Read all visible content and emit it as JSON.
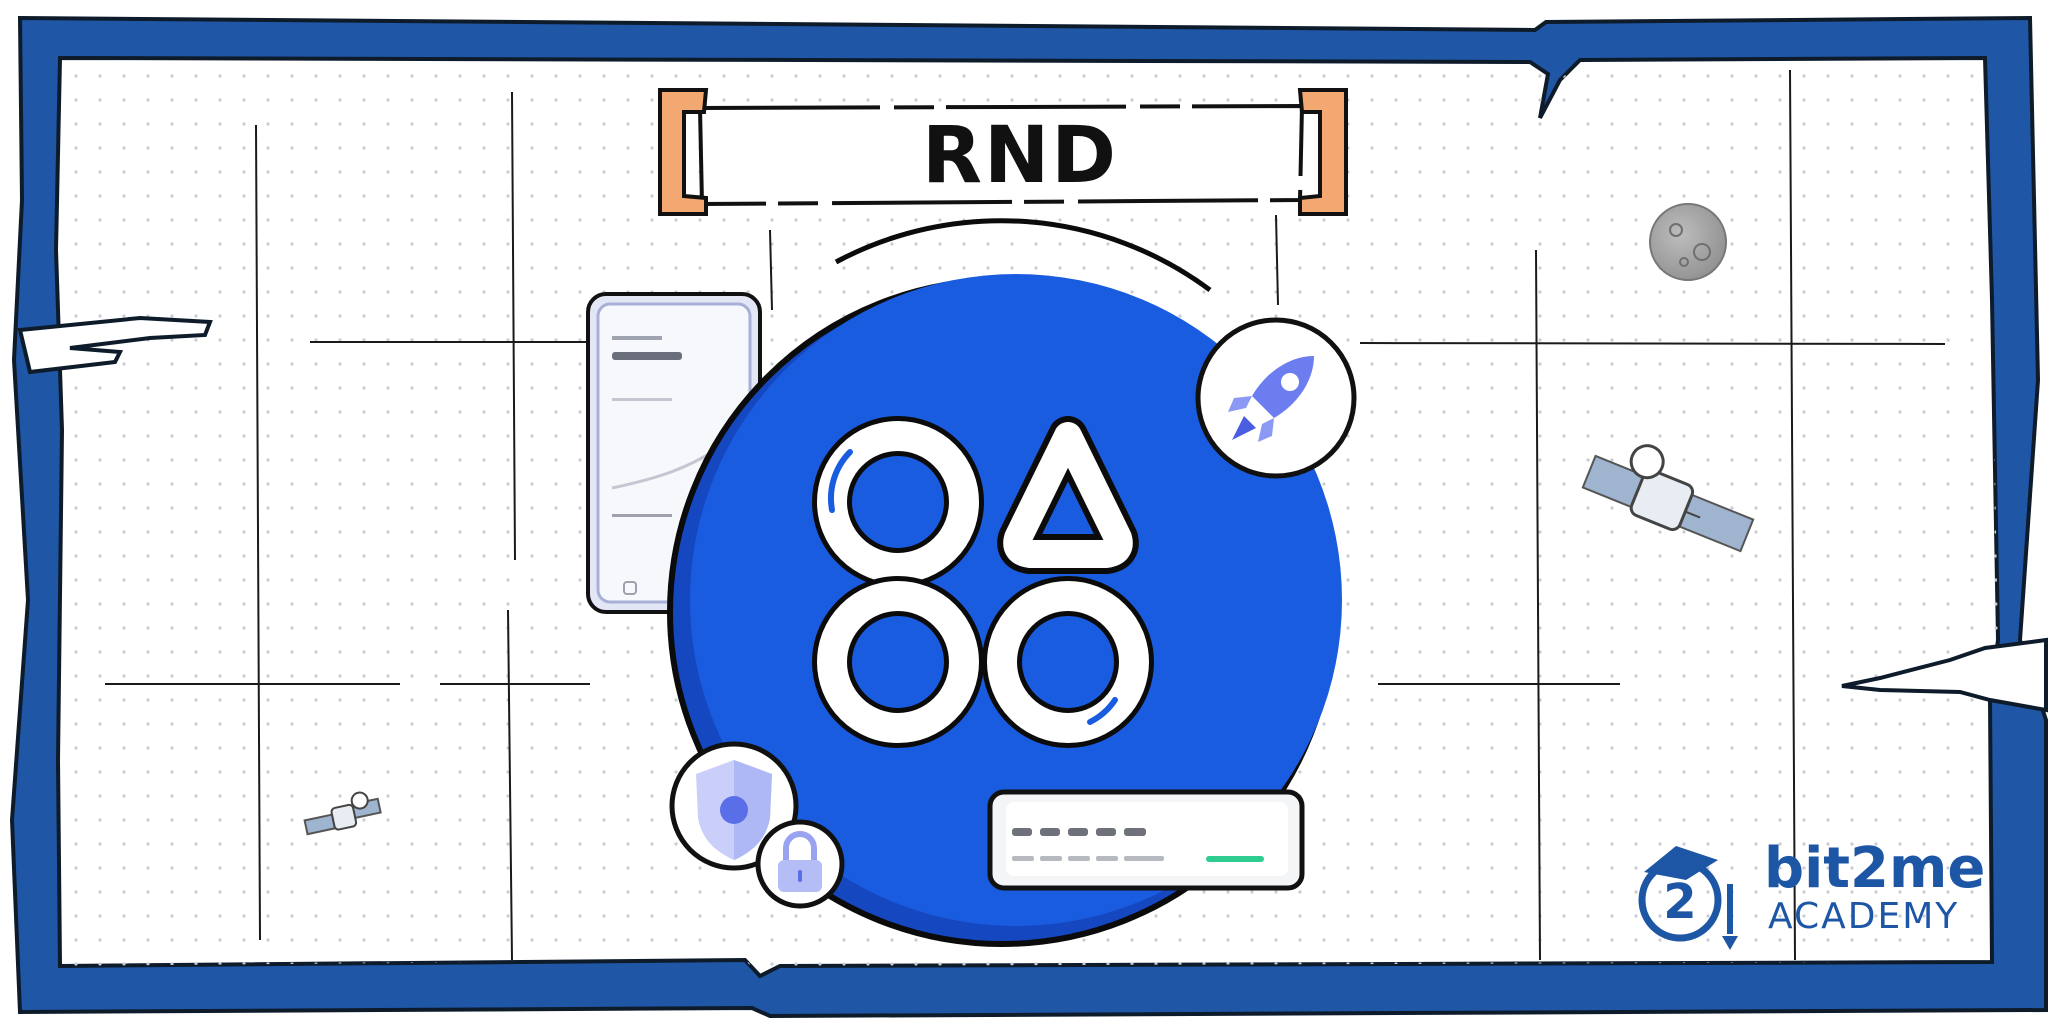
{
  "title": "RND",
  "brand": {
    "name": "bit2me",
    "subtitle": "ACADEMY",
    "badge_number": "2"
  },
  "icons": {
    "center_logo": "render-network-logo-icon",
    "rocket": "rocket-icon",
    "shield": "shield-icon",
    "lock": "padlock-icon",
    "moon": "moon-icon",
    "satellite": "satellite-icon"
  },
  "colors": {
    "frame": "#1f56a6",
    "coin": "#1a5ce0",
    "coin_dark": "#1447c0",
    "bracket": "#f2a870",
    "accent_icon": "#6c7df0",
    "status_green": "#2ecc8f"
  }
}
